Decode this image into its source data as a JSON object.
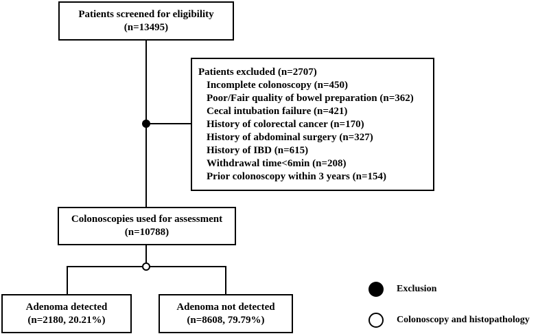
{
  "screening": {
    "title": "Patients screened for eligibility",
    "count": "(n=13495)"
  },
  "exclusion": {
    "title": "Patients excluded (n=2707)",
    "items": [
      "Incomplete colonoscopy (n=450)",
      "Poor/Fair quality of bowel preparation (n=362)",
      "Cecal intubation failure (n=421)",
      "History of colorectal cancer (n=170)",
      "History of abdominal surgery (n=327)",
      "History of  IBD (n=615)",
      "Withdrawal time<6min (n=208)",
      "Prior colonoscopy within 3 years  (n=154)"
    ]
  },
  "assessment": {
    "title": "Colonoscopies used for assessment",
    "count": "(n=10788)"
  },
  "detected": {
    "title": "Adenoma detected",
    "count": "(n=2180, 20.21%)"
  },
  "not_detected": {
    "title": "Adenoma not detected",
    "count": "(n=8608, 79.79%)"
  },
  "legend": {
    "exclusion_label": "Exclusion",
    "colonoscopy_label": "Colonoscopy and histopathology"
  }
}
